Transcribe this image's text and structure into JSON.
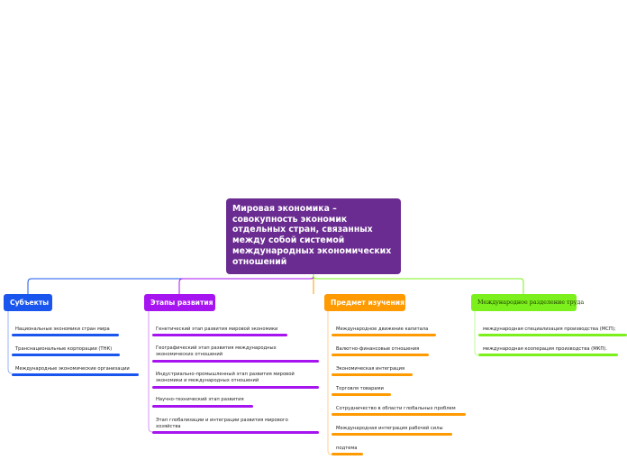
{
  "central": {
    "lines": [
      "Мировая экономика –",
      "совокупность экономик",
      "отдельных стран, связанных",
      "между собой системой",
      "международных экономических",
      "отношений"
    ]
  },
  "branches": [
    {
      "label": "Субъекты",
      "color": "#1a56ee",
      "items": [
        "Национальные экономики стран мира",
        "Транснациональные корпорации (ТНК)",
        "Международные экономические организации"
      ]
    },
    {
      "label": "Этапы развития",
      "color": "#a614f0",
      "items": [
        [
          "Генетический этап развития мировой экономики"
        ],
        [
          "Географический этап развития международных",
          "экономических отношений"
        ],
        [
          "Индустриально-промышленный этап развития мировой",
          "экономики и международных отношений"
        ],
        [
          "Научно-технический этап развития"
        ],
        [
          "Этап глобализации и интеграции развития мирового",
          "хозяйства"
        ]
      ]
    },
    {
      "label": "Предмет изучения",
      "color": "#ff9a00",
      "items": [
        "Международное движение капитала",
        "Валютно-финансовые отношения",
        "Экономическая интеграция",
        "Торговля товарами",
        "Сотрудничество в области глобальных проблем",
        "Международная интеграция рабочей силы",
        "подтема"
      ]
    },
    {
      "label": "Международное разделение труда",
      "color": "#7bf01c",
      "items": [
        "международная специализация производства (МСП);",
        "международная кооперация производства (МКП)."
      ]
    }
  ]
}
